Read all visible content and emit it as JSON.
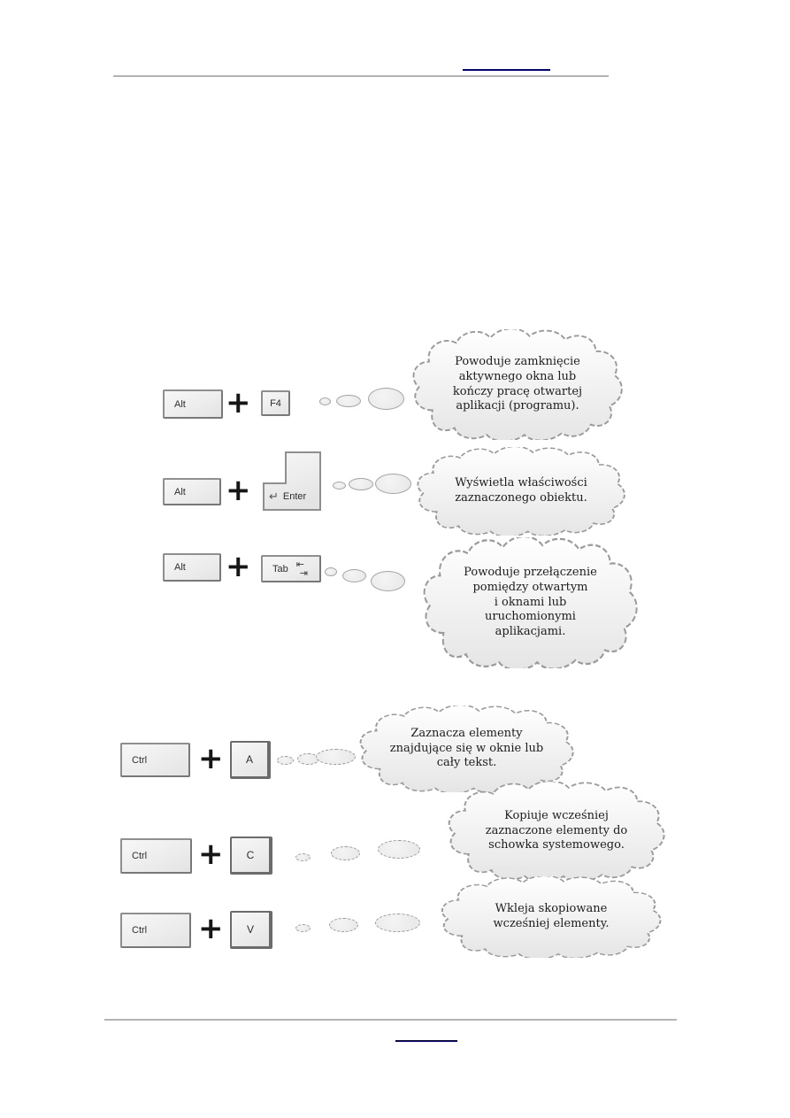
{
  "symbols": {
    "plus": "+",
    "enter_arrow": "↵",
    "tab_left_arrow": "⇤",
    "tab_right_arrow": "⇥"
  },
  "colors": {
    "link_underline": "#00008b",
    "horizontal_rule": "#b3b3b3",
    "key_border": "#8f8f8f",
    "cloud_border": "#9a9a9a"
  },
  "shortcuts": [
    {
      "key1": "Alt",
      "key2": "F4",
      "description": "Powoduje zamknięcie\naktywnego okna lub\nkończy pracę otwartej\naplikacji (programu)."
    },
    {
      "key1": "Alt",
      "key2": "Enter",
      "description": "Wyświetla właściwości\nzaznaczonego obiektu."
    },
    {
      "key1": "Alt",
      "key2": "Tab",
      "description": "Powoduje przełączenie\npomiędzy otwartym\ni oknami lub\nuruchomionymi\naplikacjami."
    },
    {
      "key1": "Ctrl",
      "key2": "A",
      "description": "Zaznacza elementy\nznajdujące się w oknie lub\ncały tekst."
    },
    {
      "key1": "Ctrl",
      "key2": "C",
      "description": "Kopiuje wcześniej\nzaznaczone elementy do\nschowka systemowego."
    },
    {
      "key1": "Ctrl",
      "key2": "V",
      "description": "Wkleja skopiowane\nwcześniej elementy."
    }
  ]
}
